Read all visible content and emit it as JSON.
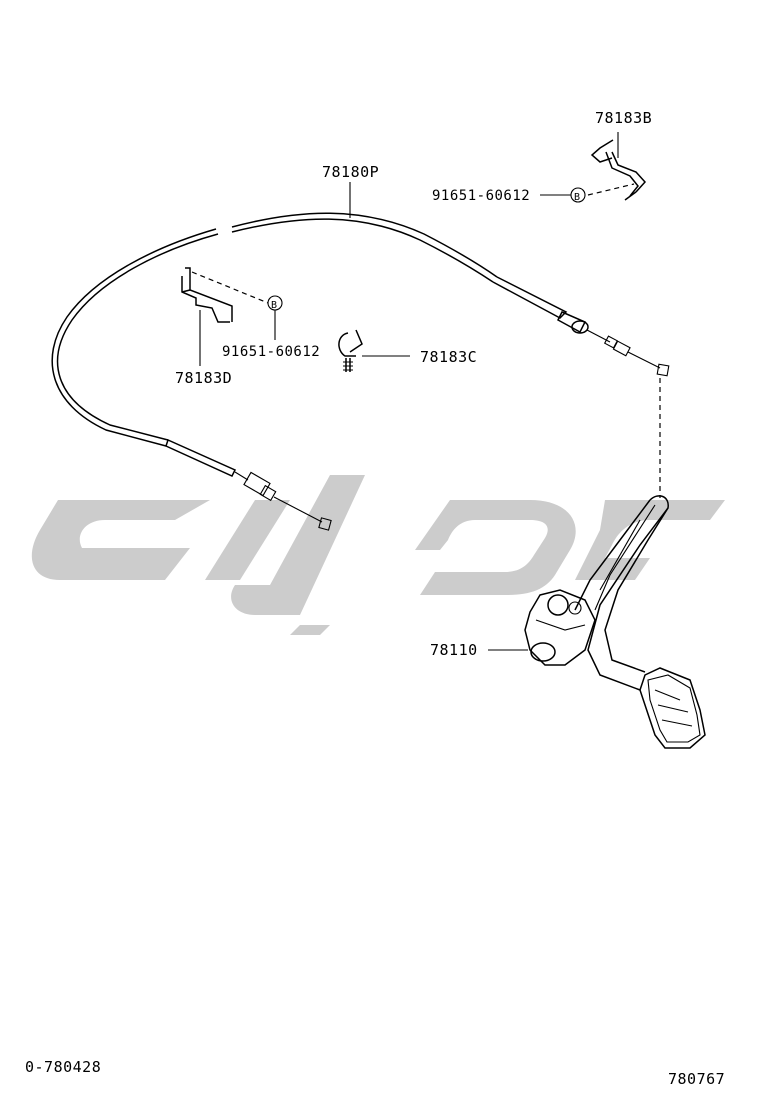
{
  "part_labels": {
    "cable": "78180P",
    "clamp_top": "78183B",
    "clip_middle": "78183C",
    "bracket_left": "78183D",
    "pedal": "78110",
    "bolt_right": "91651-60612",
    "bolt_left": "91651-60612"
  },
  "callout_letter": "B",
  "footer": {
    "left_code": "0-780428",
    "right_code": "780767"
  },
  "icons": [
    "cable-icon",
    "clamp-icon",
    "clip-icon",
    "bracket-icon",
    "pedal-icon",
    "bolt-icon"
  ],
  "colors": {
    "line": "#000000",
    "watermark": "#cccccc",
    "background": "#ffffff"
  }
}
